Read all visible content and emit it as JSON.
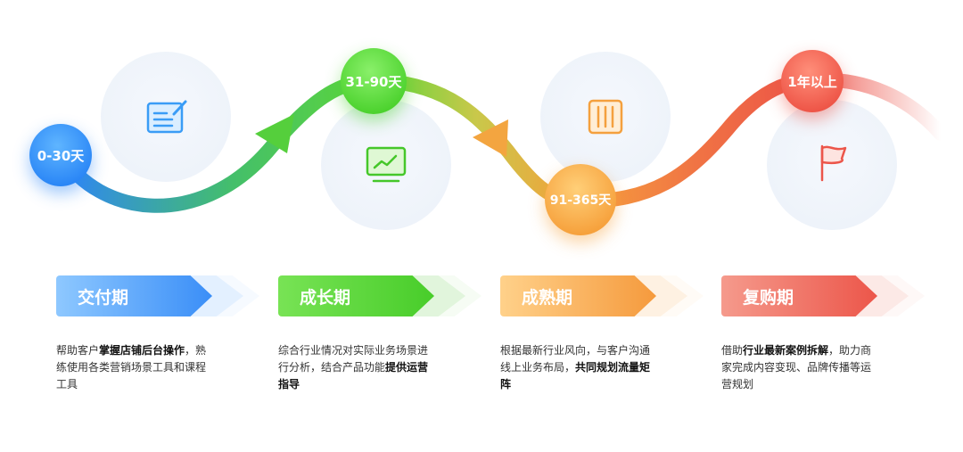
{
  "stages": [
    {
      "range": "0-30天",
      "phase": "交付期",
      "icon": "document-edit-icon",
      "color": "#3a8ef7",
      "desc": [
        {
          "t": "帮助客户",
          "b": false
        },
        {
          "t": "掌握店铺后台操作",
          "b": true
        },
        {
          "t": "，熟练使用各类营销场景工具和课程工具",
          "b": false
        }
      ]
    },
    {
      "range": "31-90天",
      "phase": "成长期",
      "icon": "monitor-chart-icon",
      "color": "#48cd2a",
      "desc": [
        {
          "t": "综合行业情况对实际业务场景进行分析，结合产品功能",
          "b": false
        },
        {
          "t": "提供运营指导",
          "b": true
        }
      ]
    },
    {
      "range": "91-365天",
      "phase": "成熟期",
      "icon": "columns-panel-icon",
      "color": "#f59a3d",
      "desc": [
        {
          "t": "根据最新行业风向，与客户沟通线上业务布局，",
          "b": false
        },
        {
          "t": "共同规划流量矩阵",
          "b": true
        }
      ]
    },
    {
      "range": "1年以上",
      "phase": "复购期",
      "icon": "flag-icon",
      "color": "#ec564a",
      "desc": [
        {
          "t": "借助",
          "b": false
        },
        {
          "t": "行业最新案例拆解",
          "b": true
        },
        {
          "t": "，助力商家完成内容变现、品牌传播等运营规划",
          "b": false
        }
      ]
    }
  ]
}
